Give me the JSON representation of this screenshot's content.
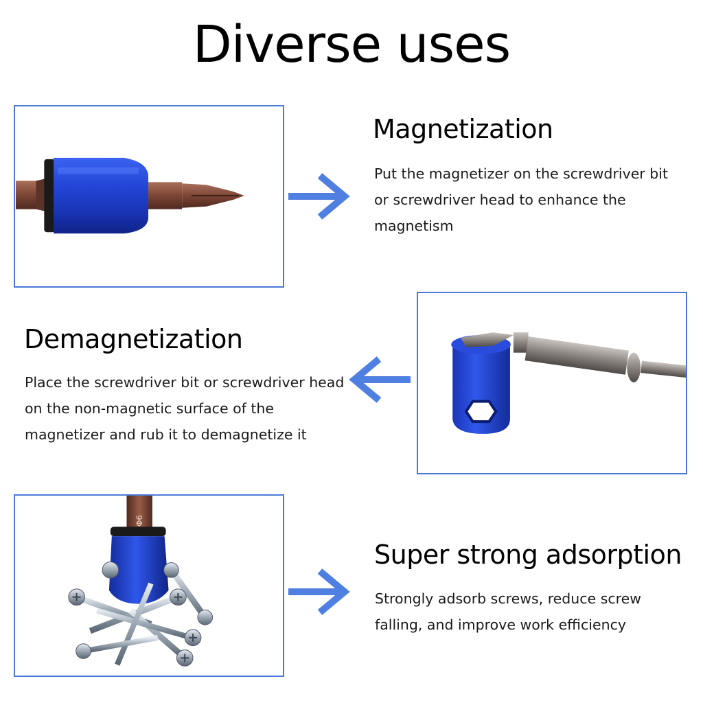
{
  "page": {
    "title": "Diverse uses"
  },
  "sections": [
    {
      "heading": "Magnetization",
      "description": "Put the magnetizer on the screwdriver bit or screwdriver head to enhance the magnetism",
      "arrow_direction": "right"
    },
    {
      "heading": "Demagnetization",
      "description": "Place the screwdriver bit or screwdriver head on the non-magnetic surface of the magnetizer and rub it to demagnetize it",
      "arrow_direction": "left"
    },
    {
      "heading": "Super strong adsorption",
      "description": "Strongly adsorb screws, reduce screw falling, and improve work efficiency",
      "arrow_direction": "right"
    }
  ],
  "colors": {
    "frame_border": "#4a78d8",
    "arrow": "#4f7fe0",
    "magnetizer_blue": "#1f3fd0",
    "bit_copper": "#8a4f3a",
    "bit_steel": "#8a8480",
    "text": "#111111"
  },
  "icons": {
    "arrow_right": "arrow-right-icon",
    "arrow_left": "arrow-left-icon"
  },
  "images": {
    "bit_marking": "*Φ6"
  }
}
